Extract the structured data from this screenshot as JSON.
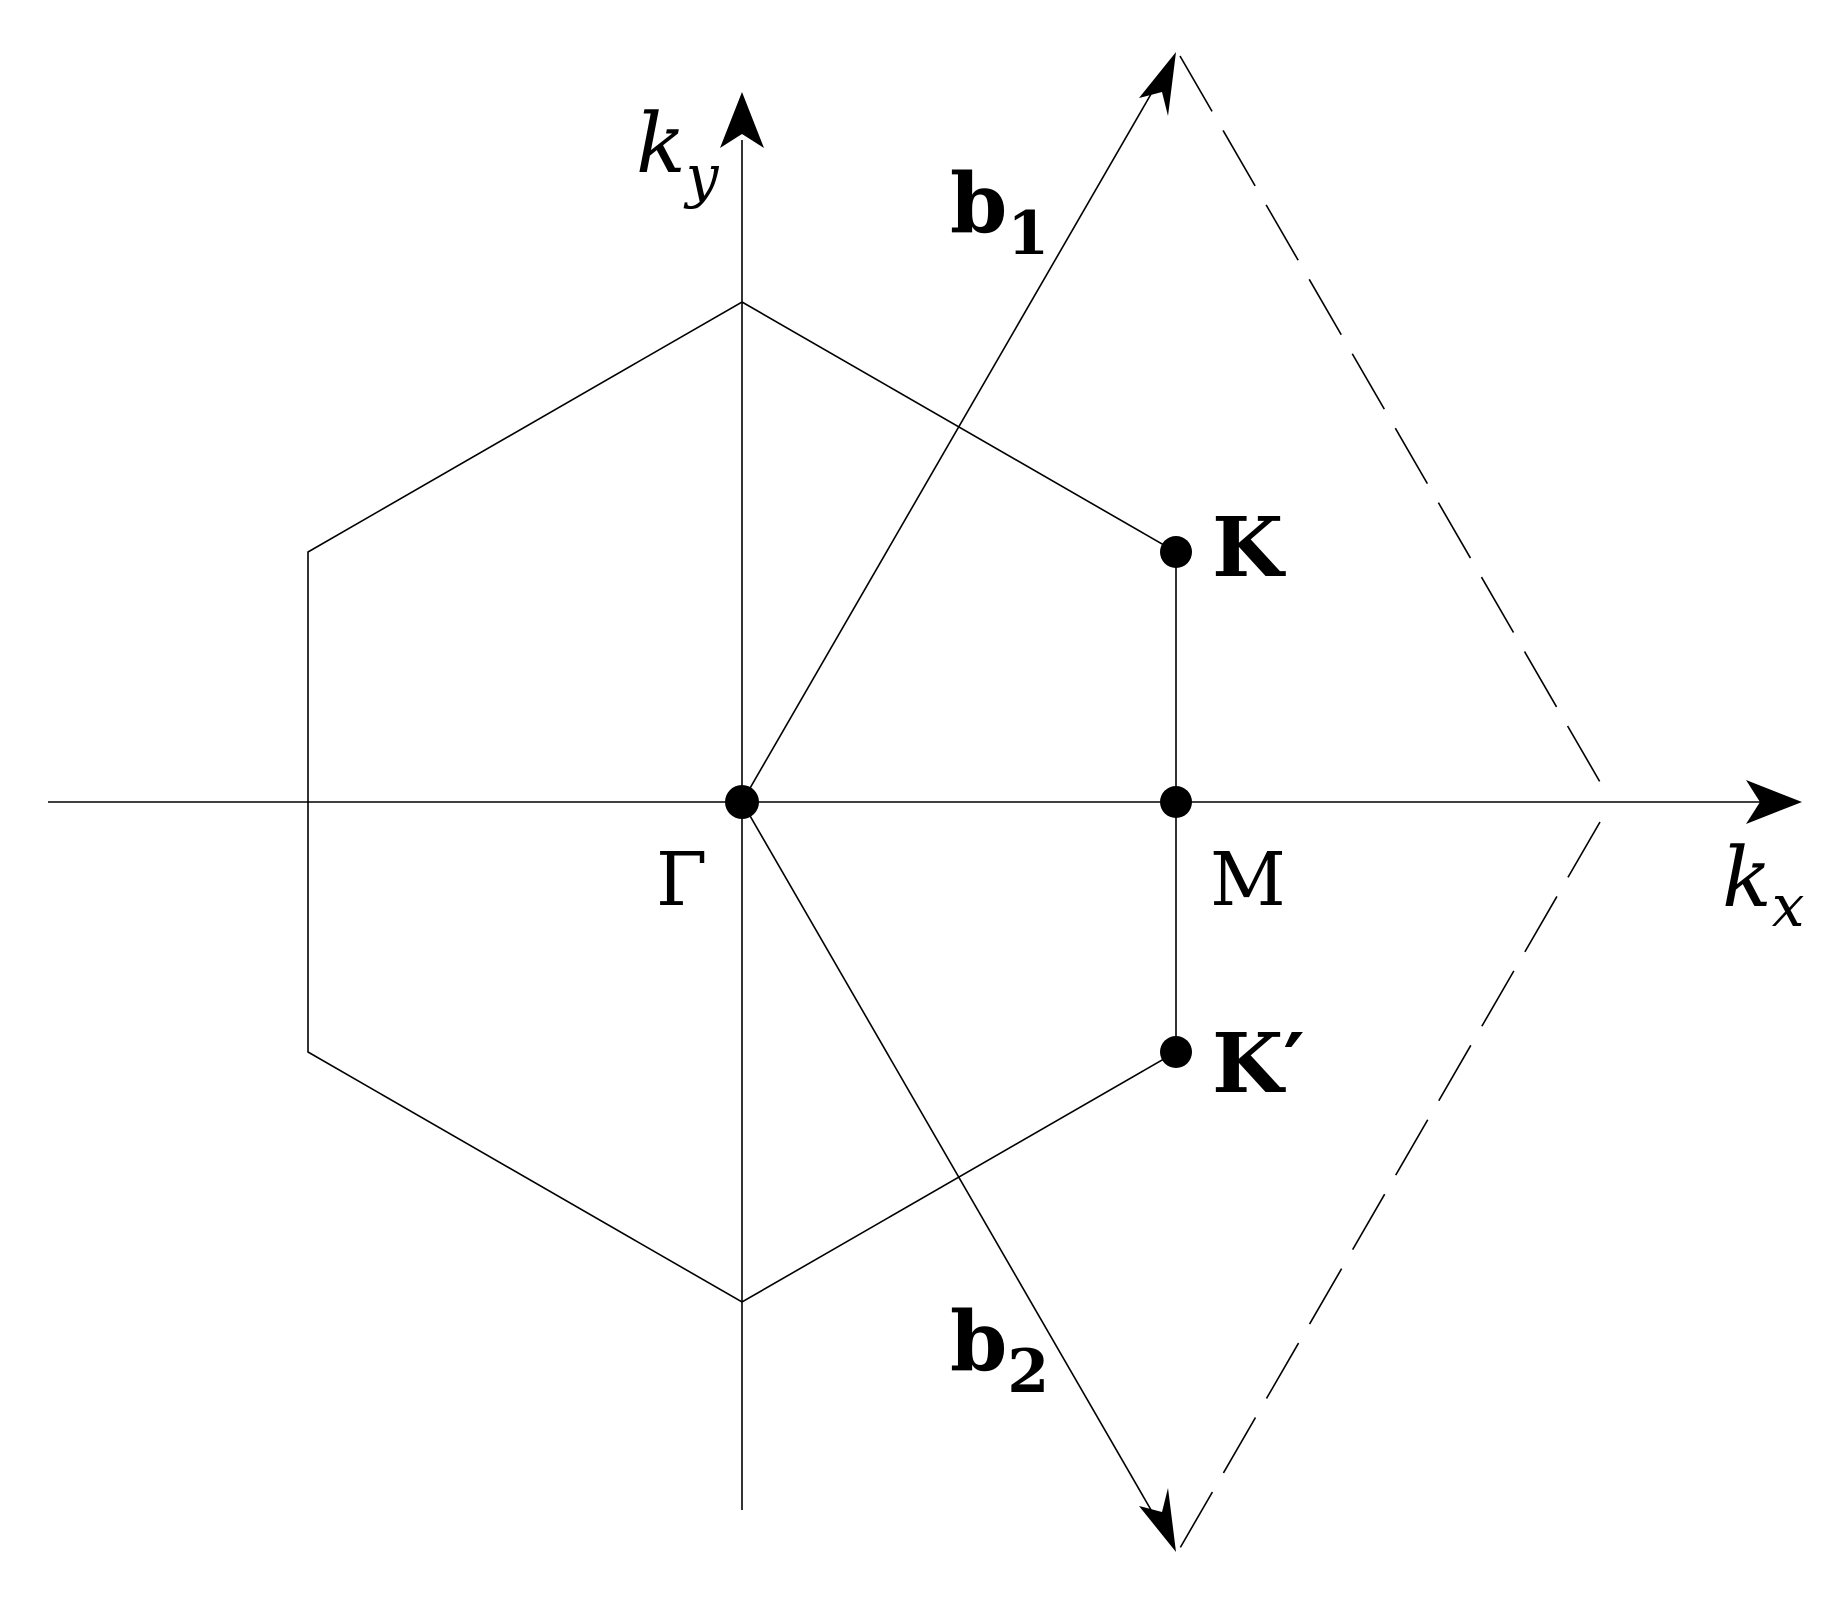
{
  "axes": {
    "kx": {
      "base": "k",
      "sub": "x"
    },
    "ky": {
      "base": "k",
      "sub": "y"
    }
  },
  "vectors": {
    "b1": {
      "base": "b",
      "sub": "1"
    },
    "b2": {
      "base": "b",
      "sub": "2"
    }
  },
  "points": {
    "gamma": "Γ",
    "m": "M",
    "k": "K",
    "k_prime": "K′"
  },
  "colors": {
    "ink": "#000000",
    "background": "#ffffff"
  }
}
